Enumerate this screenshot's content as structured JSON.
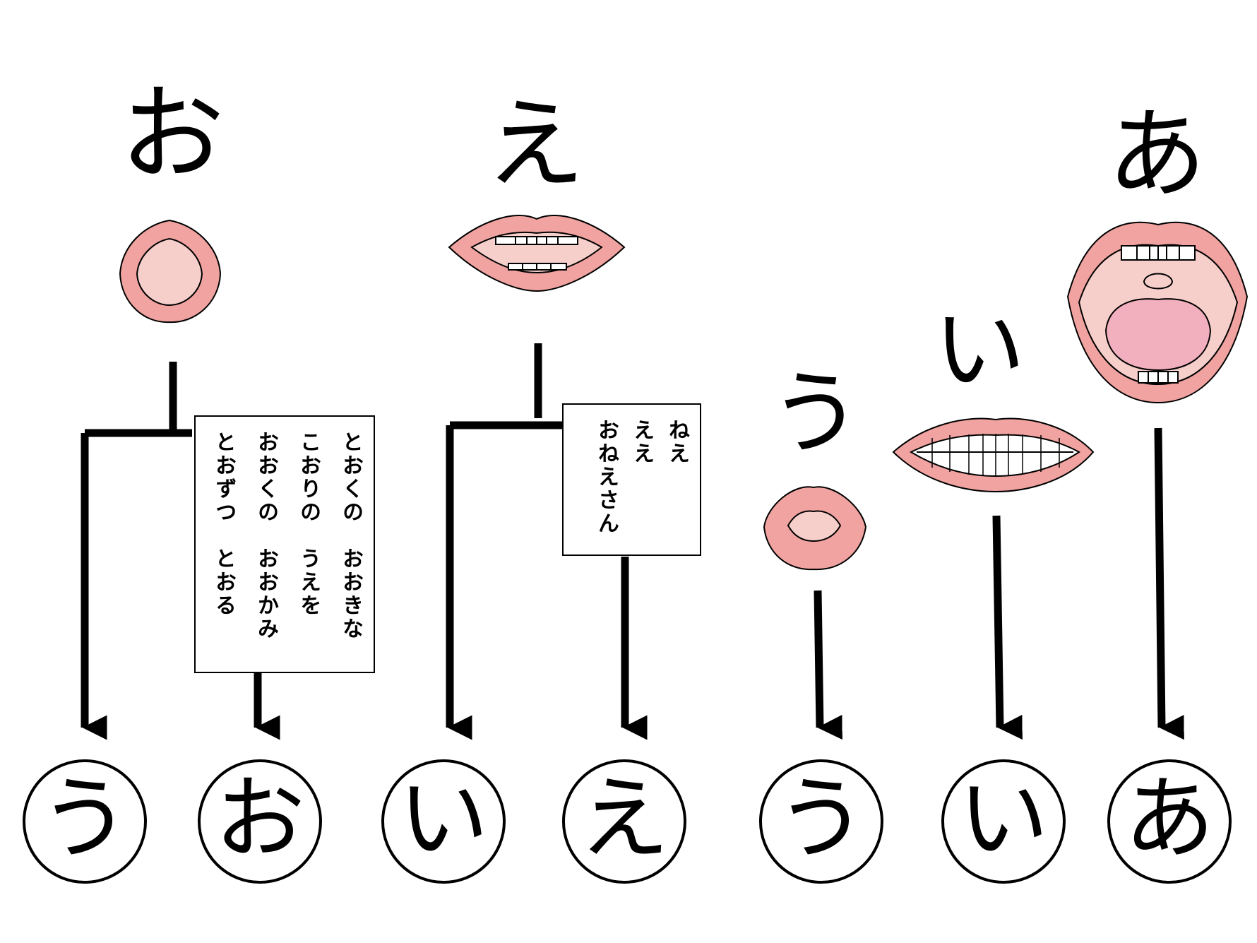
{
  "headings": {
    "o": "お",
    "e": "え",
    "a": "あ",
    "i": "い",
    "u": "う"
  },
  "examples_o": [
    "とおくの　おおきな",
    "こおりの　うえを",
    "おおくの　おおかみ",
    "とおずつ　とおる"
  ],
  "examples_e": [
    "ねえ",
    "ええ",
    "おねえさん"
  ],
  "answers": [
    "う",
    "お",
    "い",
    "え",
    "う",
    "い",
    "あ"
  ],
  "colors": {
    "lip": "#f0a3a0",
    "lip_dark": "#d98a86",
    "mouth_inner": "#f6cfcb",
    "tongue": "#f2afbd",
    "teeth": "#ffffff",
    "line": "#000000"
  },
  "icons": [
    "mouth-o-icon",
    "mouth-e-icon",
    "mouth-a-icon",
    "mouth-i-icon",
    "mouth-u-icon"
  ]
}
